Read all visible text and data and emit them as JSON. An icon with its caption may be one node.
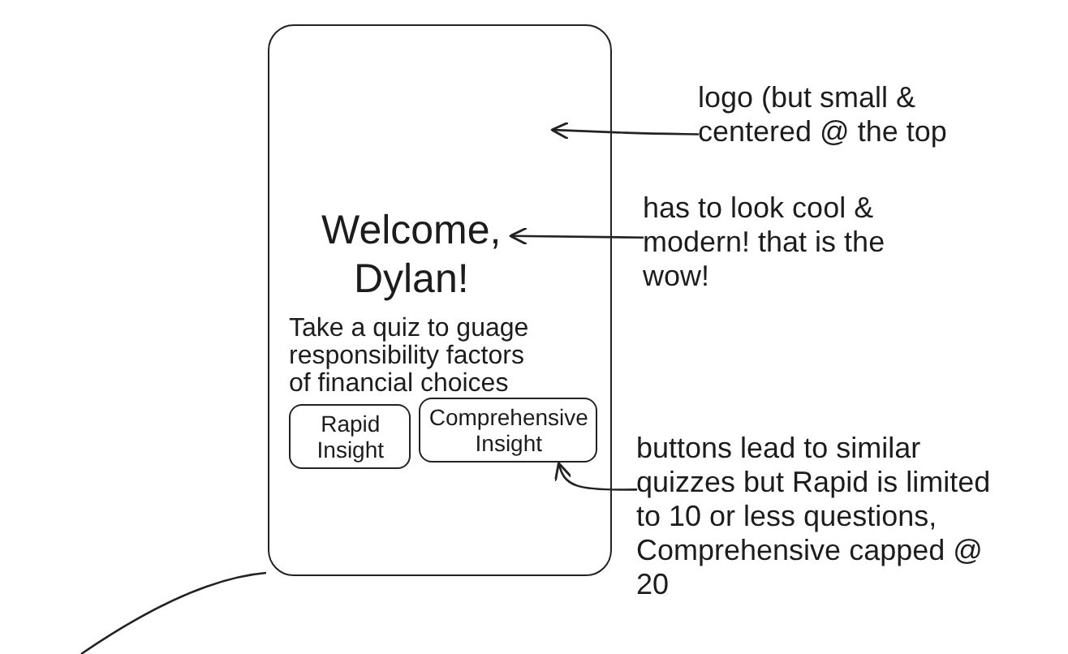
{
  "diagram": {
    "nodes": [
      {
        "text": [],
        "shape": "box"
      },
      {
        "text": [
          "Welcome, Dylan!"
        ],
        "in": 0
      },
      {
        "text": [
          "Rapid Insight"
        ],
        "in": 0
      },
      {
        "text": [
          "Comprehensive Insight"
        ],
        "in": 0
      },
      {
        "text": [
          "logo (but small & centered @ the top"
        ]
      },
      {
        "text": [
          "has to look cool & modern! that is the wow!"
        ]
      },
      {
        "text": [
          "buttons lead to similar quizzes but Rapid is limited to 10 or less questions, Comprehensive capped @ 20"
        ]
      }
    ],
    "edges": [
      {
        "from": 4,
        "to": null,
        "arrow": "to"
      },
      {
        "from": 5,
        "to": 1,
        "arrow": "to"
      },
      {
        "from": 6,
        "to": 3,
        "arrow": "to"
      }
    ],
    "labels": [
      "Take a quiz to guage responsibility factors of financial choices"
    ]
  }
}
